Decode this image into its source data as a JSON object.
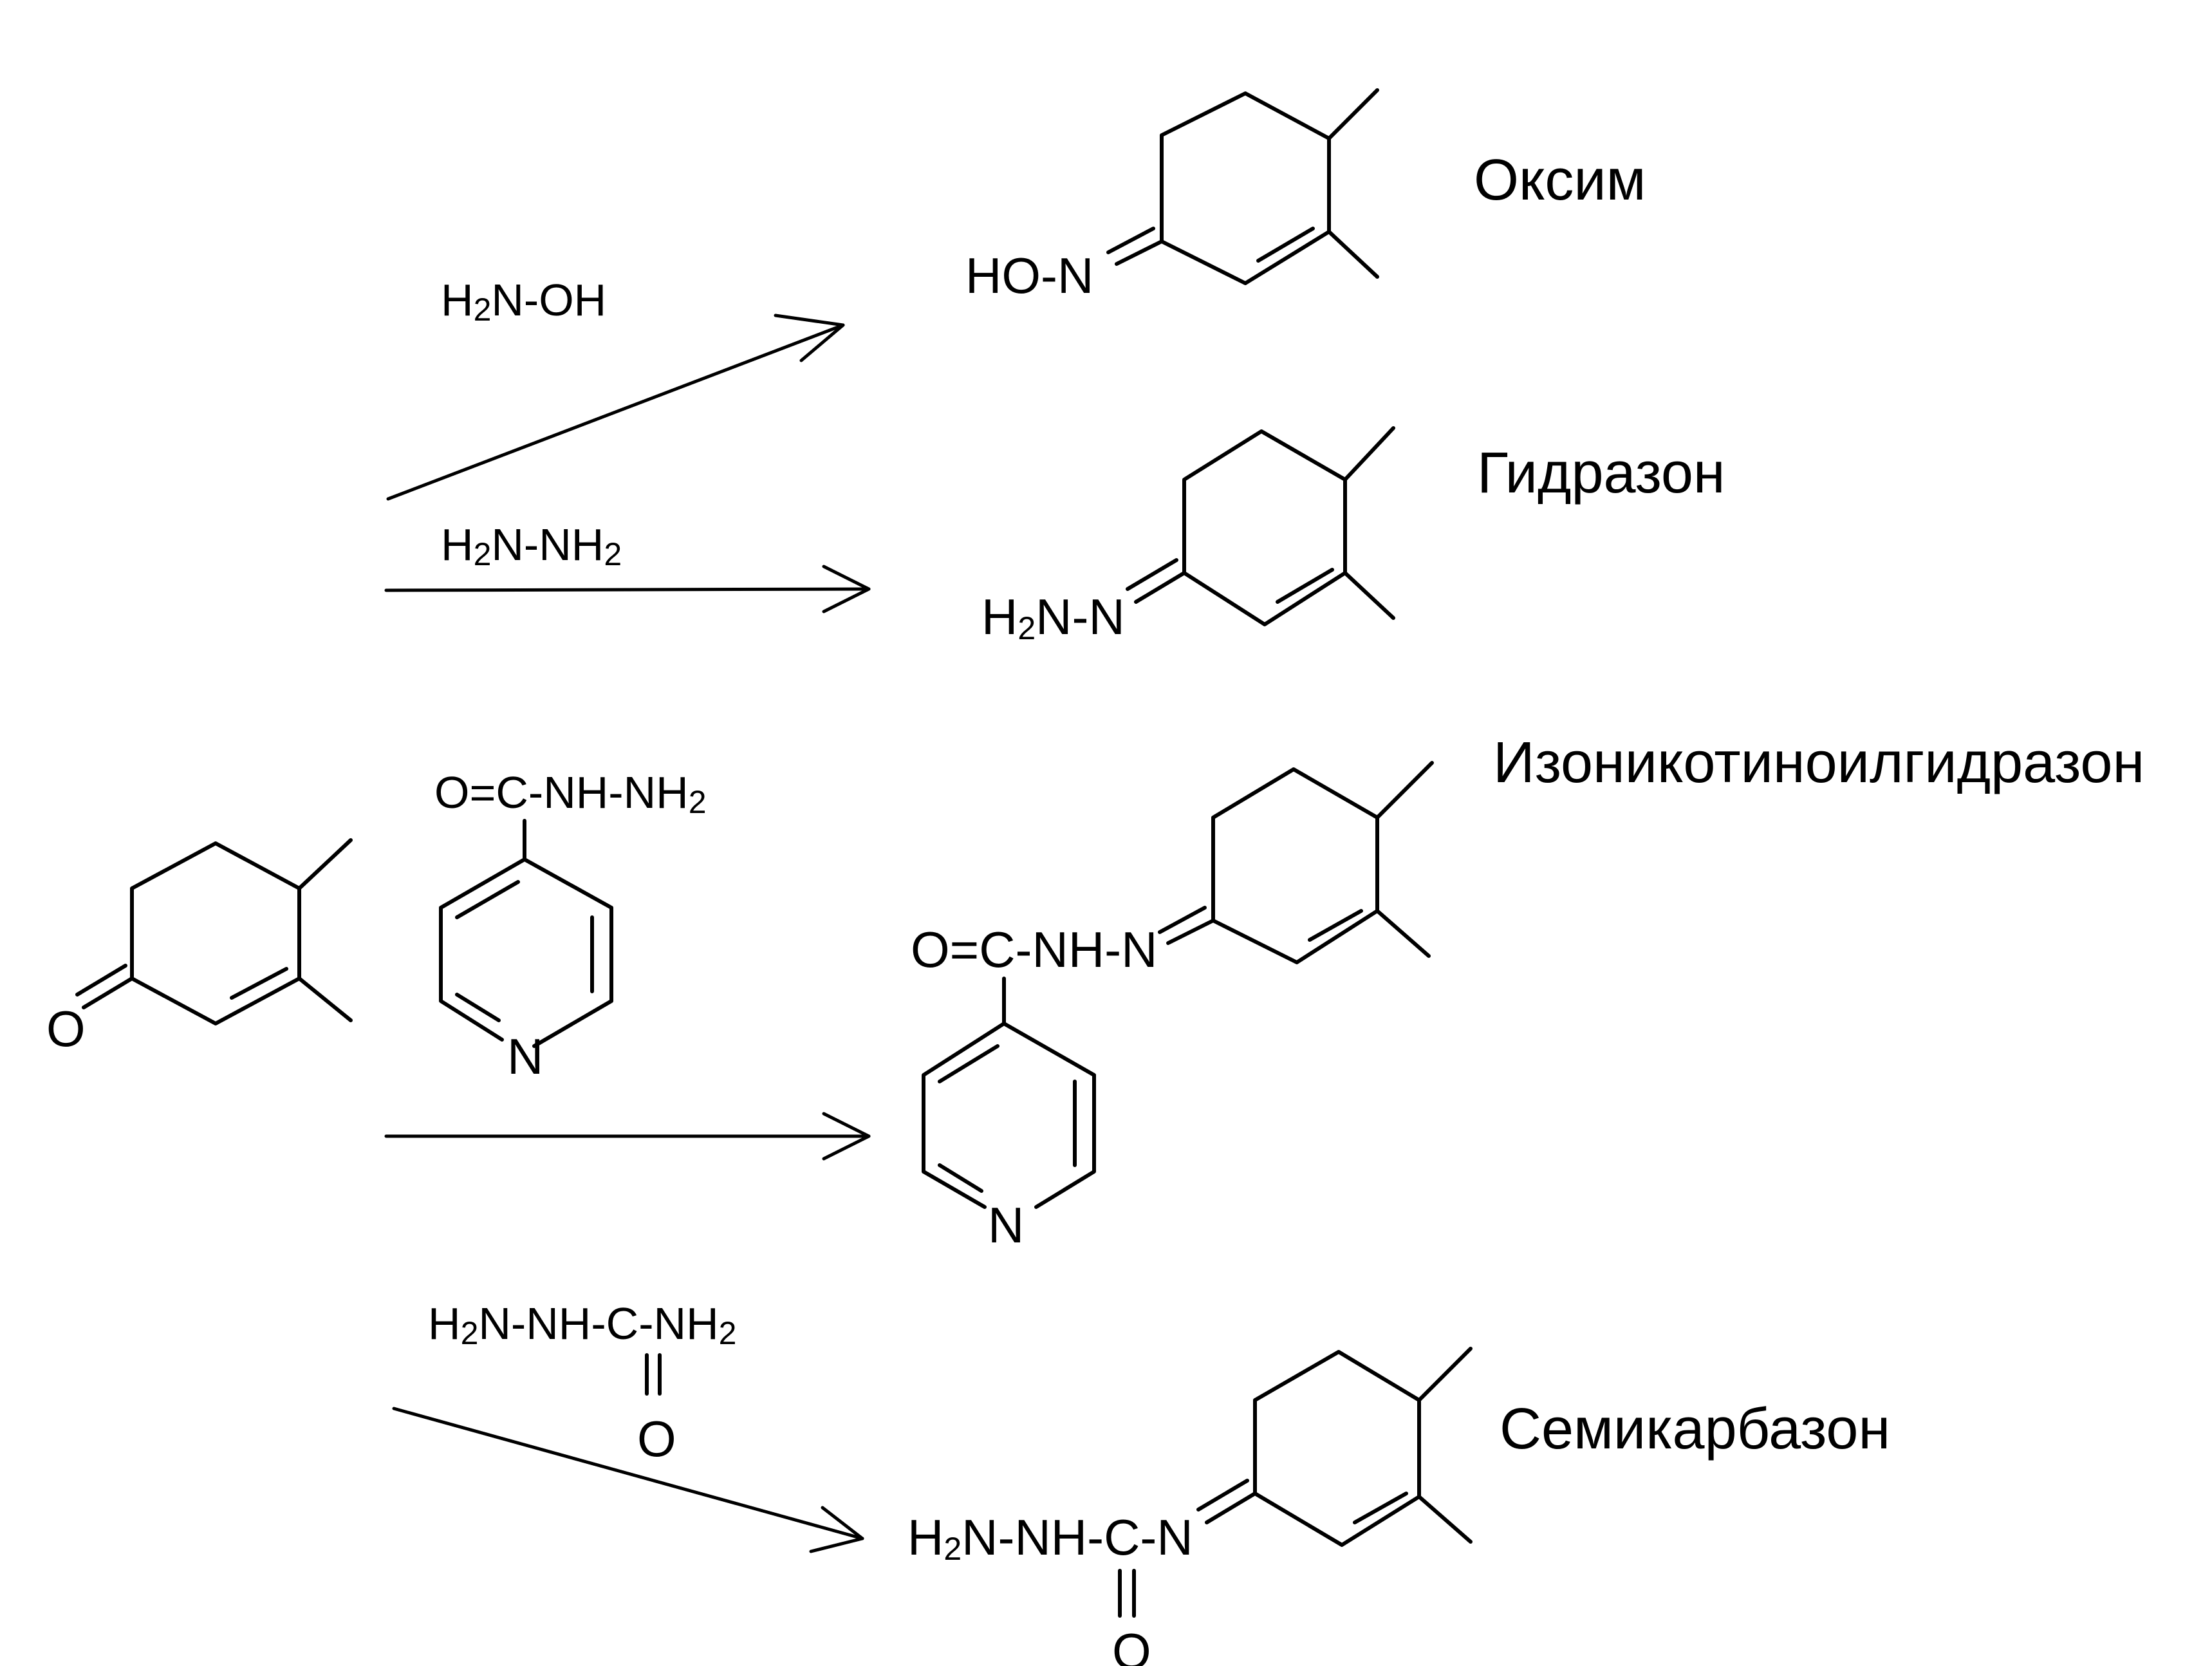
{
  "reactions": [
    {
      "reagent": "H2N-OH",
      "product_name": "Оксим",
      "product_prefix": "HO-N"
    },
    {
      "reagent": "H2N-NH2",
      "product_name": "Гидразон",
      "product_prefix": "H2N-N"
    },
    {
      "reagent": "O=C-NH-NH2",
      "product_name": "Изоникотиноилгидразон",
      "product_prefix": "O=C-NH-N"
    },
    {
      "reagent": "H2N-NH-C-NH2",
      "product_name": "Семикарбазон",
      "product_prefix": "H2N-NH-C-N"
    }
  ],
  "labels": {
    "ketone_oxygen": "O",
    "pyridine_nitrogen": "N",
    "carbonyl_oxygen": "O"
  },
  "product_names": {
    "oxime": "Оксим",
    "hydrazone": "Гидразон",
    "isonicotinoylhydrazone": "Изоникотиноилгидразон",
    "semicarbazone": "Семикарбазон"
  },
  "text": {
    "r1_H": "H",
    "r1_sub": "2",
    "r1_rest": "N-OH",
    "r2_H": "H",
    "r2_sub": "2",
    "r2_rest": "N-NH",
    "r2_sub2": "2",
    "r3_main": "O=C-NH-NH",
    "r3_sub": "2",
    "r4_H": "H",
    "r4_sub": "2",
    "r4_rest": "N-NH-C-NH",
    "r4_sub2": "2",
    "p1_prefix": "HO-N",
    "p2_H": "H",
    "p2_sub": "2",
    "p2_rest": "N-N",
    "p3_prefix": "O=C-NH-N",
    "p4_H": "H",
    "p4_sub": "2",
    "p4_rest": "N-NH-C-N"
  }
}
